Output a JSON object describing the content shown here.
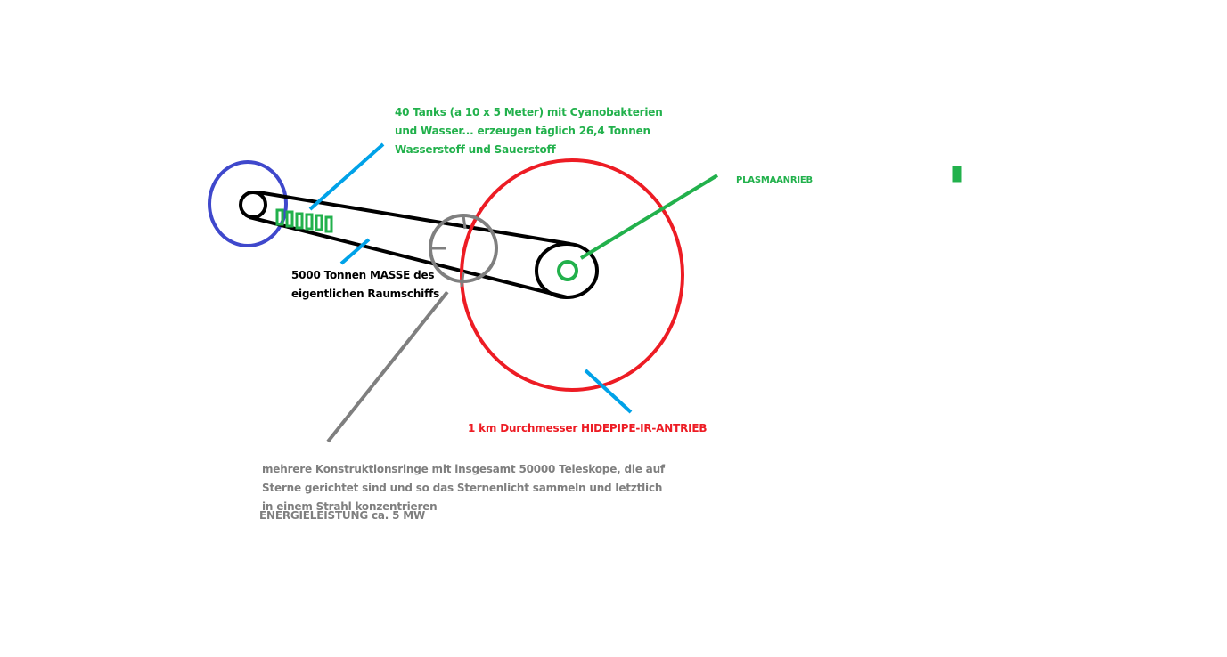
{
  "labels": {
    "tanks": [
      "40 Tanks (a 10 x 5 Meter) mit Cyanobakterien",
      "und Wasser... erzeugen täglich 26,4 Tonnen",
      "Wasserstoff und Sauerstoff"
    ],
    "plasma": "PLASMAANRIEB",
    "mass": [
      "5000 Tonnen MASSE des",
      "eigentlichen Raumschiffs"
    ],
    "drive": "1 km Durchmesser HIDEPIPE-IR-ANTRIEB",
    "rings": [
      "mehrere Konstruktionsringe mit insgesamt 50000 Teleskope, die auf",
      "Sterne gerichtet sind und so das Sternenlicht sammeln und letztlich",
      "in einem Strahl konzentrieren"
    ],
    "energy": "ENERGIELEISTUNG ca. 5 MW"
  },
  "colors": {
    "green": "#22b14c",
    "blue": "#00a2e8",
    "indigo": "#3f48cc",
    "red": "#ed1c24",
    "gray": "#7f7f7f",
    "black": "#000000"
  }
}
